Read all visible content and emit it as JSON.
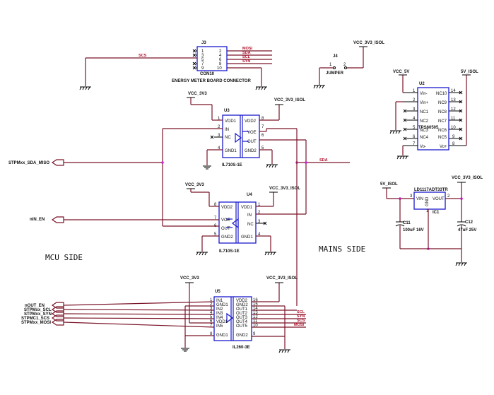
{
  "labels": {
    "j3_ref": "J3",
    "j3_part": "CON10",
    "j3_caption": "ENERGY METER BOARD CONNECTOR",
    "j4_ref": "J4",
    "j4_part": "JUMPER",
    "u2_ref": "U2",
    "u2_part": "TPS60505",
    "u3_ref": "U3",
    "u3_part": "IL710S-1E",
    "u4_ref": "U4",
    "u4_part": "IL710S-1E",
    "u5_ref": "U5",
    "u5_part": "IL260-3E",
    "ic1_ref": "IC1",
    "ic1_part": "LD1117ADT33TR",
    "c11_ref": "C11",
    "c11_val": "100uF 16V",
    "c12_ref": "C12",
    "c12_val": "47uF 25V",
    "mcu_side": "MCU SIDE",
    "mains_side": "MAINS SIDE"
  },
  "nets": {
    "mosi": "MOSI",
    "sda": "SDA",
    "scl": "SCL",
    "syn": "SYN",
    "scs": "SCS",
    "vcc33": "VCC_3V3",
    "vcc33iso": "VCC_3V3_ISOL",
    "vcc5": "VCC_5V",
    "v5iso": "5V_ISOL",
    "stpm_sda_miso": "STPMxx_SDA_MISO",
    "nin_en": "nIN_EN",
    "nout_en": "nOUT_EN",
    "stpm_scl": "STPMxx_SCL",
    "stpm_syn": "STPMxx_SYN",
    "stpm_scs": "STPMC1_SCS",
    "stpm_mosi": "STPMxx_MOSI"
  },
  "j3_pins": {
    "left": [
      "1",
      "3",
      "5",
      "7",
      "9"
    ],
    "right": [
      "2",
      "4",
      "6",
      "8",
      "10"
    ]
  },
  "u2_pins": {
    "left_nums": [
      "1",
      "2",
      "3",
      "4",
      "5",
      "6",
      "7"
    ],
    "left_names": [
      "Vin-",
      "Vin+",
      "NC1",
      "NC2",
      "NC3",
      "NC4",
      "Vo-"
    ],
    "right_nums": [
      "14",
      "13",
      "12",
      "11",
      "10",
      "9",
      "8"
    ],
    "right_names": [
      "NC10",
      "NC9",
      "NC8",
      "NC7",
      "NC6",
      "NC5",
      "Vo+"
    ]
  },
  "u3_pins": {
    "left_nums": [
      "1",
      "2",
      "3",
      "4"
    ],
    "left_names": [
      "VDD1",
      "IN",
      "NC",
      "GND1"
    ],
    "right_nums": [
      "8",
      "7",
      "6",
      "5"
    ],
    "right_names": [
      "VDD2",
      "VOE",
      "OUT",
      "GND2"
    ]
  },
  "u4_pins": {
    "left_nums": [
      "8",
      "7",
      "6",
      "5"
    ],
    "left_names": [
      "VDD2",
      "VOE",
      "OUT",
      "GND2"
    ],
    "right_nums": [
      "1",
      "2",
      "3",
      "4"
    ],
    "right_names": [
      "VDD1",
      "IN",
      "NC",
      "GND1"
    ]
  },
  "u5_pins": {
    "left_nums": [
      "1",
      "2",
      "3",
      "4",
      "5",
      "6",
      "7",
      "8"
    ],
    "left_names": [
      "IN1",
      "GND1",
      "IN2",
      "IN3",
      "IN4",
      "VDD1",
      "IN5",
      "GND1"
    ],
    "right_nums": [
      "16",
      "15",
      "14",
      "13",
      "12",
      "11",
      "10",
      "9"
    ],
    "right_names": [
      "VDD2",
      "GND2",
      "OUT1",
      "OUT2",
      "OUT3",
      "OUT4",
      "OUT5",
      "GND2"
    ]
  },
  "ic1_pins": {
    "vin_num": "3",
    "vin": "VIN",
    "vout_num": "2",
    "vout": "VOUT",
    "gnd_num": "1",
    "gnd": "GND"
  }
}
